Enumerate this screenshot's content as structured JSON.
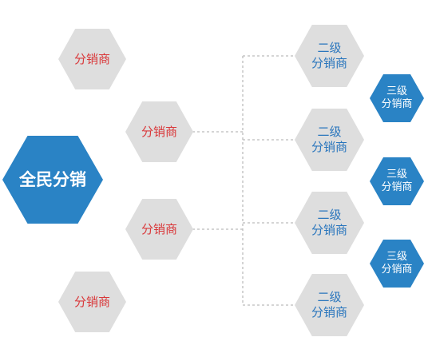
{
  "diagram": {
    "colors": {
      "root_fill": "#2a83c5",
      "gray_fill": "#dedede",
      "third_fill": "#2a83c5",
      "dist_text": "#d9383a",
      "second_text": "#2a76bd",
      "connector": "#bcbcbc"
    },
    "root": {
      "label": "全民分销"
    },
    "distributors": [
      {
        "label": "分销商"
      },
      {
        "label": "分销商"
      },
      {
        "label": "分销商"
      },
      {
        "label": "分销商"
      }
    ],
    "second_level": [
      {
        "label": "二级\n分销商"
      },
      {
        "label": "二级\n分销商"
      },
      {
        "label": "二级\n分销商"
      },
      {
        "label": "二级\n分销商"
      }
    ],
    "third_level": [
      {
        "label": "三级\n分销商"
      },
      {
        "label": "三级\n分销商"
      },
      {
        "label": "三级\n分销商"
      }
    ]
  }
}
